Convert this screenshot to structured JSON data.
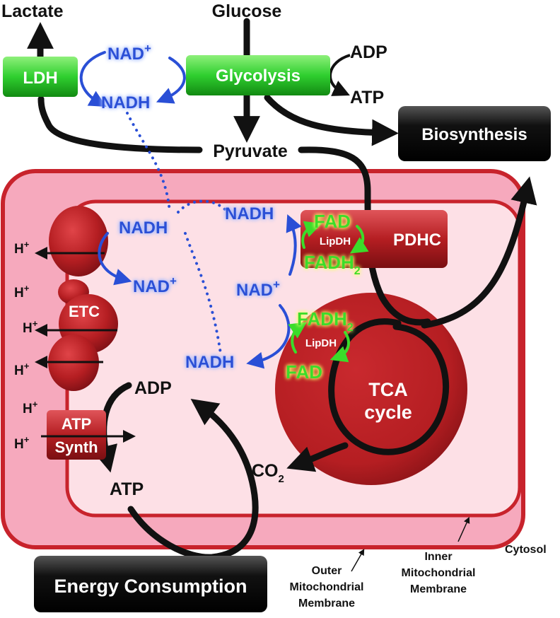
{
  "metabolites": {
    "lactate": "Lactate",
    "glucose": "Glucose",
    "adp_top": "ADP",
    "atp_top": "ATP",
    "pyruvate": "Pyruvate",
    "co2": "CO",
    "co2_sub": "2",
    "adp_mid": "ADP",
    "atp_mid": "ATP"
  },
  "boxes": {
    "ldh": "LDH",
    "glycolysis": "Glycolysis",
    "biosynthesis": "Biosynthesis",
    "pdhc": "PDHC",
    "energy": "Energy Consumption",
    "etc": "ETC",
    "atp_synth_1": "ATP",
    "atp_synth_2": "Synth",
    "tca_1": "TCA",
    "tca_2": "cycle"
  },
  "cofactors": {
    "nad_top": "NAD",
    "nadh_top": "NADH",
    "nadh_matrix_left": "NADH",
    "nadh_matrix_right": "NADH",
    "nad_etc": "NAD",
    "nad_mid": "NAD",
    "nadh_bottom": "NADH",
    "plus": "+",
    "fad_top": "FAD",
    "fadh_top": "FADH",
    "fad_bottom": "FAD",
    "fadh_bottom": "FADH",
    "sub2": "2",
    "lipdh": "LipDH"
  },
  "protons": {
    "h": "H",
    "plus": "+"
  },
  "labels": {
    "cytosol": "Cytosol",
    "outer_1": "Outer",
    "outer_2": "Mitochondrial",
    "outer_3": "Membrane",
    "inner_1": "Inner",
    "inner_2": "Mitochondrial",
    "inner_3": "Membrane"
  },
  "colors": {
    "outer_membrane": "#c8232c",
    "intermembrane": "#f6a9bd",
    "matrix": "#fde0e6",
    "cofactor_blue": "#2a4fd6",
    "fad_green": "#3bdc2a",
    "box_green": "#2fcf2f",
    "box_black": "#111111",
    "protein_red": "#b51e22"
  }
}
